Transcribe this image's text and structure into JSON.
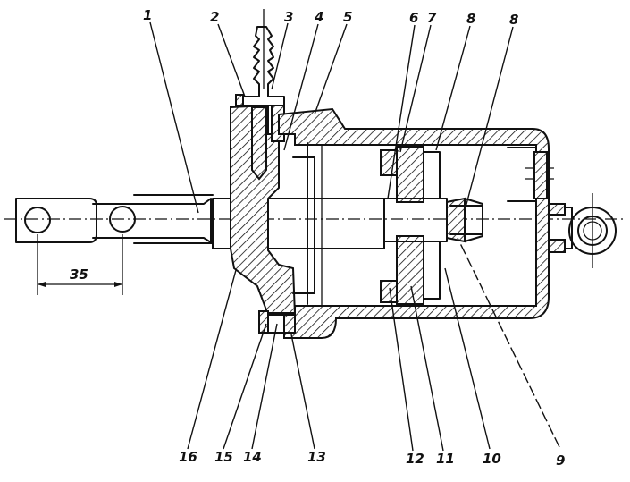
{
  "dimension": {
    "value": "35"
  },
  "callouts": [
    {
      "id": "1",
      "label": "1"
    },
    {
      "id": "2",
      "label": "2"
    },
    {
      "id": "3",
      "label": "3"
    },
    {
      "id": "4",
      "label": "4"
    },
    {
      "id": "5",
      "label": "5"
    },
    {
      "id": "6",
      "label": "6"
    },
    {
      "id": "7",
      "label": "7"
    },
    {
      "id": "8a",
      "label": "8"
    },
    {
      "id": "8b",
      "label": "8"
    },
    {
      "id": "9",
      "label": "9"
    },
    {
      "id": "10",
      "label": "10"
    },
    {
      "id": "11",
      "label": "11"
    },
    {
      "id": "12",
      "label": "12"
    },
    {
      "id": "13",
      "label": "13"
    },
    {
      "id": "14",
      "label": "14"
    },
    {
      "id": "15",
      "label": "15"
    },
    {
      "id": "16",
      "label": "16"
    }
  ]
}
